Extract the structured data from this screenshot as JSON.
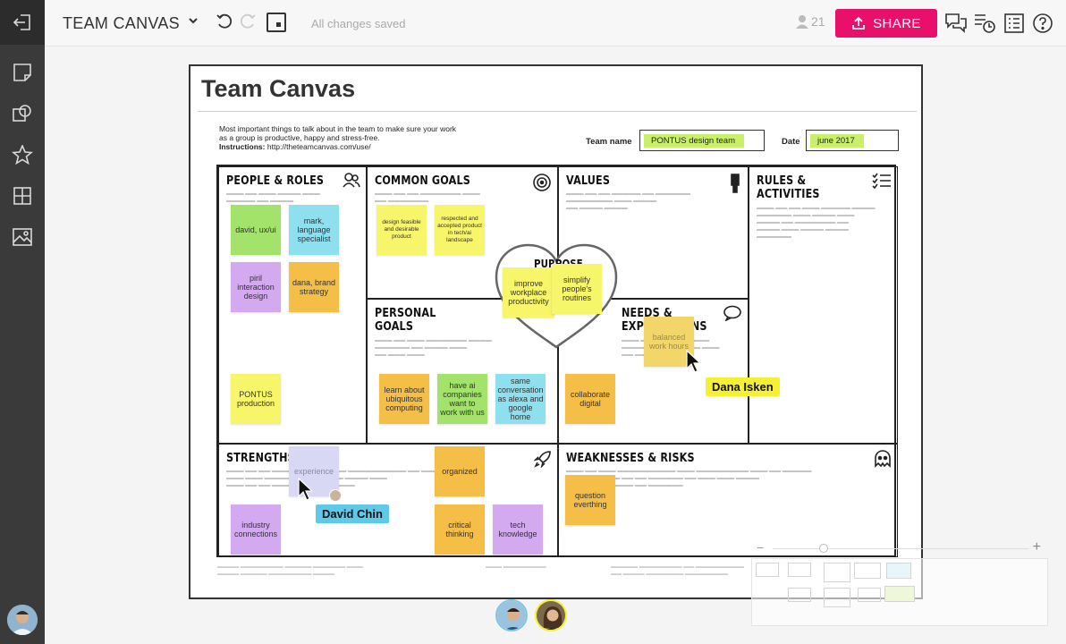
{
  "toolbar": {
    "title": "TEAM CANVAS",
    "saved_status": "All changes saved",
    "user_count": "21",
    "share_label": "SHARE"
  },
  "canvas": {
    "title": "Team Canvas",
    "intro_line1": "Most important things to talk about in the team to make sure your work",
    "intro_line2": "as a group is productive, happy and stress-free.",
    "instructions_label": "Instructions:",
    "instructions_url": "http://theteamcanvas.com/use/",
    "team_name_label": "Team name",
    "team_name_value": "PONTUS design team",
    "date_label": "Date",
    "date_value": "june 2017",
    "purpose_title": "PURPOSE"
  },
  "cells": {
    "people_roles": "PEOPLE & ROLES",
    "common_goals": "COMMON GOALS",
    "values": "VALUES",
    "rules_line1": "RULES &",
    "rules_line2": "ACTIVITIES",
    "personal_line1": "PERSONAL",
    "personal_line2": "GOALS",
    "needs_line1": "NEEDS &",
    "needs_line2": "EXPECTATIONS",
    "strengths": "STRENGTHS",
    "weaknesses": "WEAKNESSES & RISKS"
  },
  "notes": {
    "n1": "david, ux/ui",
    "n2": "mark, language specialist",
    "n3": "piril interaction design",
    "n4": "dana, brand strategy",
    "n5": "PONTUS production",
    "n6": "design feasible and desirable product",
    "n7": "respected and accepted product in tech/ai landscape",
    "n8": "improve workplace productivity",
    "n9": "simplify people's routines",
    "n10": "balanced work hours",
    "n11": "learn about ubiquitous computing",
    "n12": "have ai companies want to work with us",
    "n13": "same conversation as alexa and google home",
    "n14": "collaborate digital",
    "n15": "experience",
    "n16": "organized",
    "n17": "industry connections",
    "n18": "critical thinking",
    "n19": "tech knowledge",
    "n20": "question everthing"
  },
  "cursors": {
    "dana": "Dana Isken",
    "david": "David Chin"
  },
  "colors": {
    "share": "#e8106a",
    "green": "#a3e36b",
    "cyan": "#8fe0ee",
    "violet": "#d3a9f0",
    "orange": "#f5bf47",
    "yellow": "#f7f56a",
    "lavender": "#d8d8f5",
    "dana_label": "#f5f032",
    "david_label": "#5ec9e8"
  }
}
